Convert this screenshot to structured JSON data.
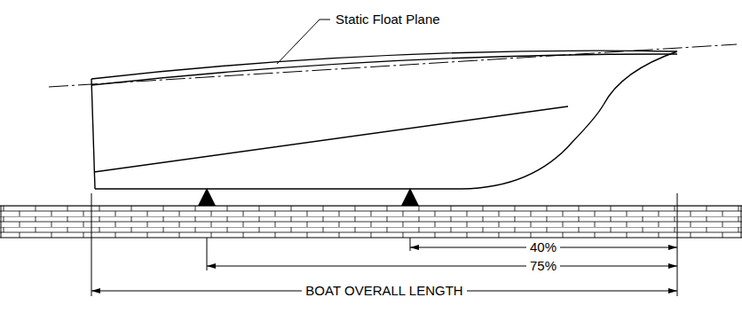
{
  "diagram": {
    "labels": [
      "Static Float Plane",
      "40%",
      "75%",
      "BOAT OVERALL LENGTH"
    ]
  }
}
